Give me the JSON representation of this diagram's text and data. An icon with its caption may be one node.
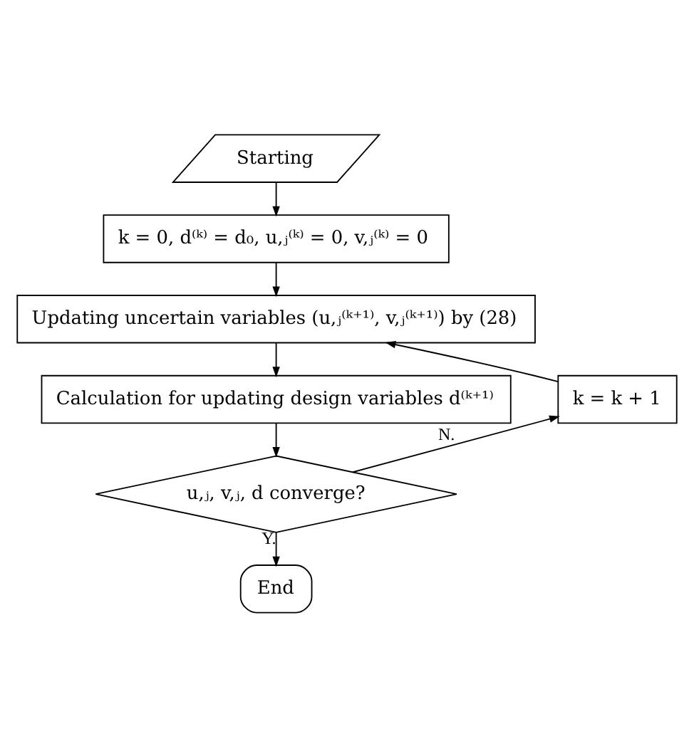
{
  "diagram": {
    "nodes": [
      {
        "text": [
          "Starting"
        ]
      },
      {
        "text": [
          "k = 0, d⁽ᵏ⁾ = d₀, u,ⱼ⁽ᵏ⁾ = 0, v,ⱼ⁽ᵏ⁾ = 0"
        ]
      },
      {
        "text": [
          "Updating uncertain variables (u,ⱼ⁽ᵏ⁺¹⁾, v,ⱼ⁽ᵏ⁺¹⁾) by (28)"
        ]
      },
      {
        "text": [
          "Calculation for updating design variables d⁽ᵏ⁺¹⁾"
        ]
      },
      {
        "text": [
          "u,ⱼ, v,ⱼ, d converge?"
        ]
      },
      {
        "text": [
          "End"
        ]
      },
      {
        "text": [
          "k = k + 1"
        ]
      }
    ],
    "edges": [
      {
        "from": 0,
        "to": 1,
        "arrow": "to"
      },
      {
        "from": 1,
        "to": 2,
        "arrow": "to"
      },
      {
        "from": 2,
        "to": 3,
        "arrow": "to"
      },
      {
        "from": 3,
        "to": 4,
        "arrow": "to"
      },
      {
        "from": 4,
        "to": 5,
        "arrow": "to",
        "label": "Y."
      },
      {
        "from": 4,
        "to": 6,
        "arrow": "to",
        "label": "N."
      },
      {
        "from": 6,
        "to": 2,
        "arrow": "to"
      }
    ]
  }
}
